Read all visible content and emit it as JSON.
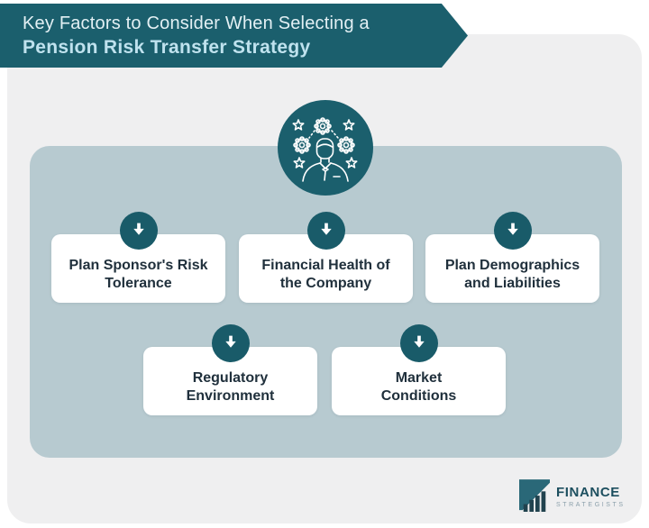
{
  "header": {
    "line1": "Key Factors to Consider When Selecting a",
    "line2": "Pension Risk Transfer Strategy"
  },
  "center_icon": "person-with-gears-icon",
  "factors": [
    {
      "label": "Plan Sponsor's Risk Tolerance",
      "lines": [
        "Plan Sponsor's Risk",
        "Tolerance"
      ]
    },
    {
      "label": "Financial Health of the Company",
      "lines": [
        "Financial Health of",
        "the Company"
      ]
    },
    {
      "label": "Plan Demographics and Liabilities",
      "lines": [
        "Plan Demographics",
        "and Liabilities"
      ]
    },
    {
      "label": "Regulatory Environment",
      "lines": [
        "Regulatory",
        "Environment"
      ]
    },
    {
      "label": "Market Conditions",
      "lines": [
        "Market",
        "Conditions"
      ]
    }
  ],
  "footer": {
    "brand_name": "FINANCE",
    "brand_subtitle": "STRATEGISTS"
  },
  "icons": {
    "badge": "arrow-down-icon",
    "center": "person-with-gears-icon",
    "logo": "bar-chart-growth-icon"
  },
  "colors": {
    "banner_bg": "#1b5f6d",
    "banner_text": "#e3f0f4",
    "banner_text_bold": "#bfe2ee",
    "panel_bg": "#efeff0",
    "card_bg": "#b7cad0",
    "badge_bg": "#195b69",
    "box_bg": "#ffffff",
    "box_text": "#20303c",
    "logo_primary": "#1d4f5f",
    "logo_secondary": "#8ba0ab"
  }
}
